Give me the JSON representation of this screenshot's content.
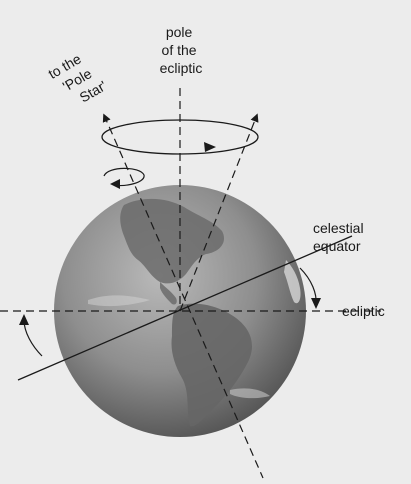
{
  "labels": {
    "pole_of_ecliptic": [
      "pole",
      "of the",
      "ecliptic"
    ],
    "pole_star": [
      "to the",
      "'Pole",
      "Star'"
    ],
    "celestial_equator": [
      "celestial",
      "equator"
    ],
    "ecliptic": "ecliptic"
  },
  "colors": {
    "background": "#ececec",
    "line": "#1a1a1a"
  }
}
